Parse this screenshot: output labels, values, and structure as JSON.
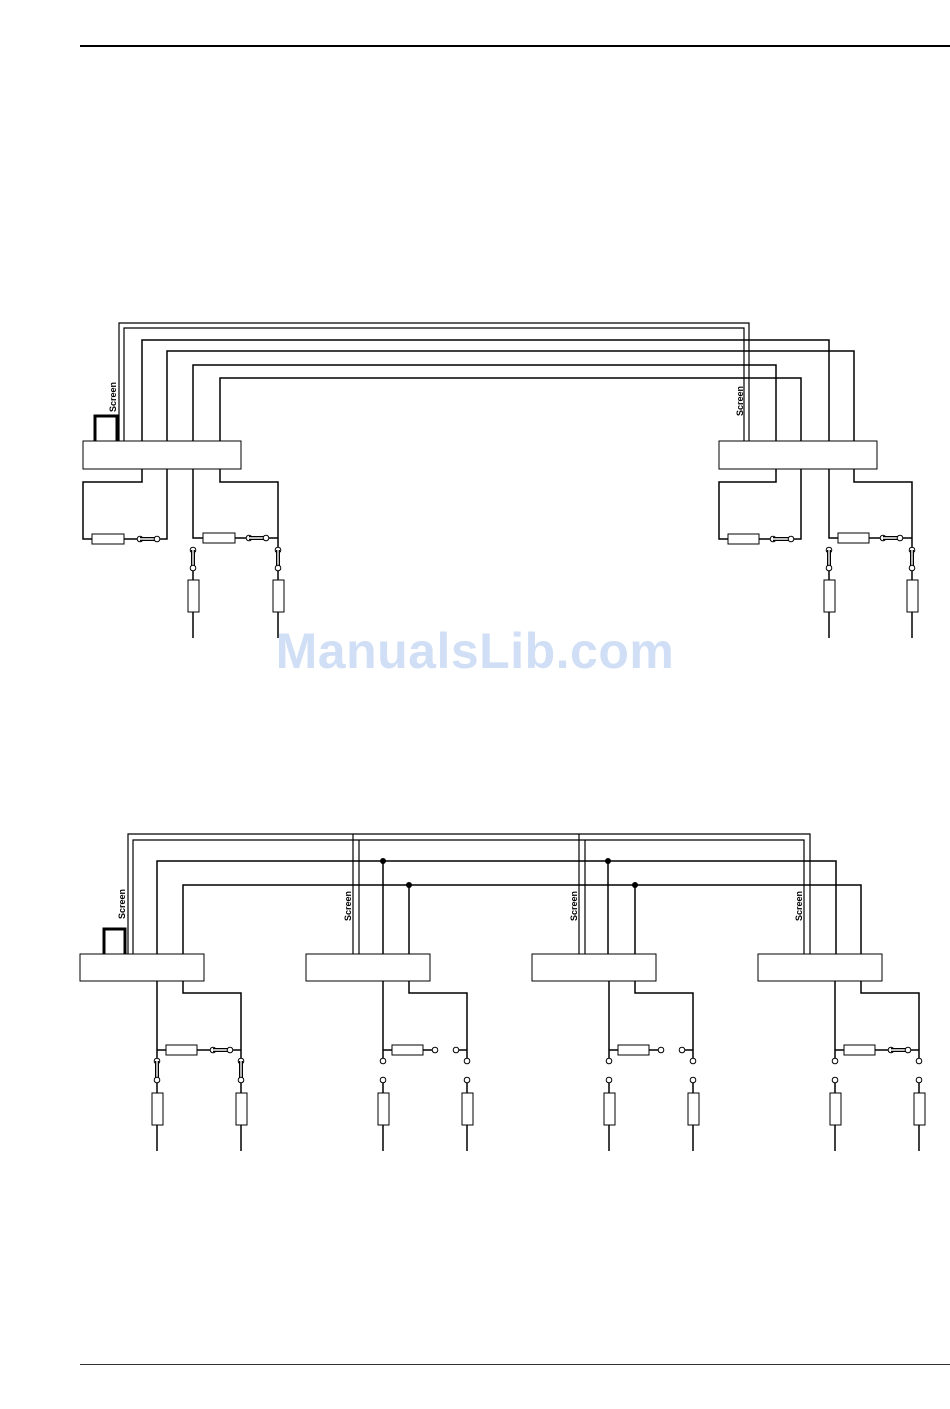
{
  "watermark": {
    "text": "ManualsLib.com"
  },
  "labels": {
    "screen": "Screen"
  },
  "colors": {
    "line": "#000000",
    "watermark": "#aac6ee"
  },
  "diagrams": [
    {
      "id": "two-unit-wiring",
      "units": 2
    },
    {
      "id": "four-unit-wiring",
      "units": 4
    }
  ]
}
